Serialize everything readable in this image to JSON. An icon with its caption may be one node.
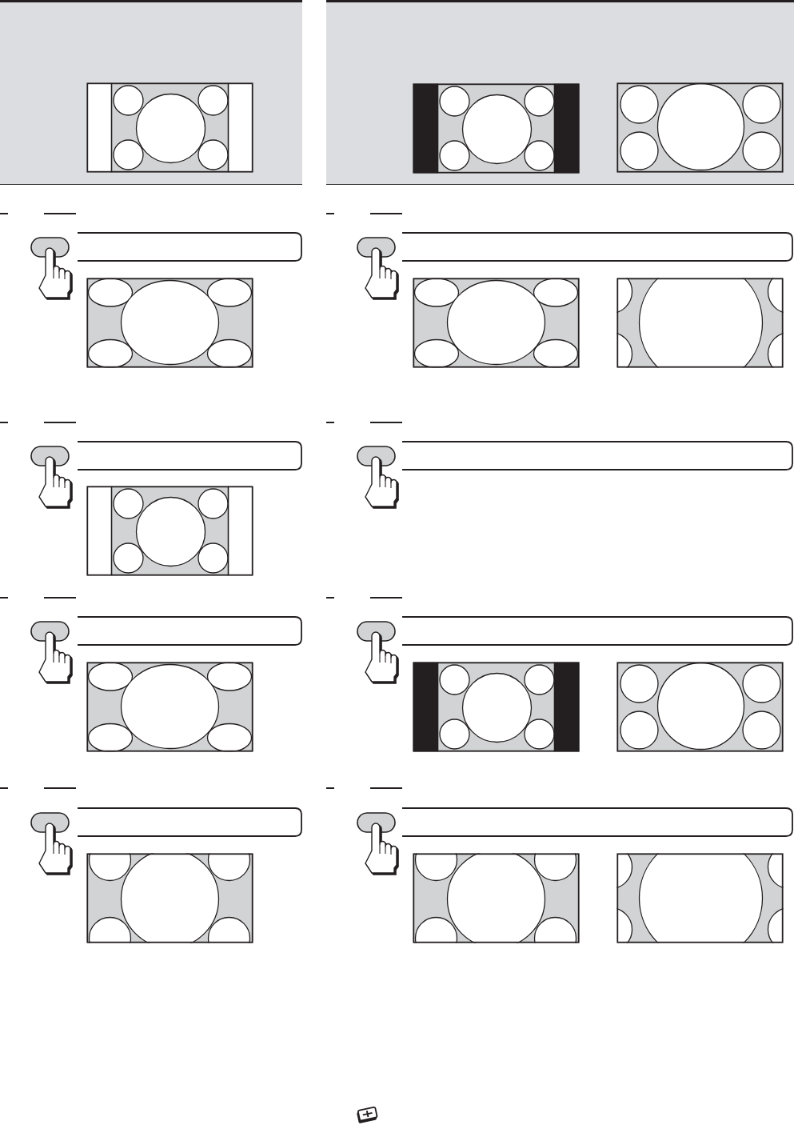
{
  "diagram": {
    "nodes": [
      {
        "text": [],
        "shape": "band"
      },
      {
        "text": [],
        "shape": "box"
      },
      {
        "text": [],
        "shape": "box"
      },
      {
        "text": [],
        "shape": "box"
      },
      {
        "text": [],
        "shape": "box"
      },
      {
        "text": [],
        "shape": "band"
      },
      {
        "text": [],
        "shape": "box"
      },
      {
        "text": [],
        "shape": "box"
      },
      {
        "text": [],
        "shape": "box"
      },
      {
        "text": [],
        "shape": "box"
      }
    ]
  }
}
